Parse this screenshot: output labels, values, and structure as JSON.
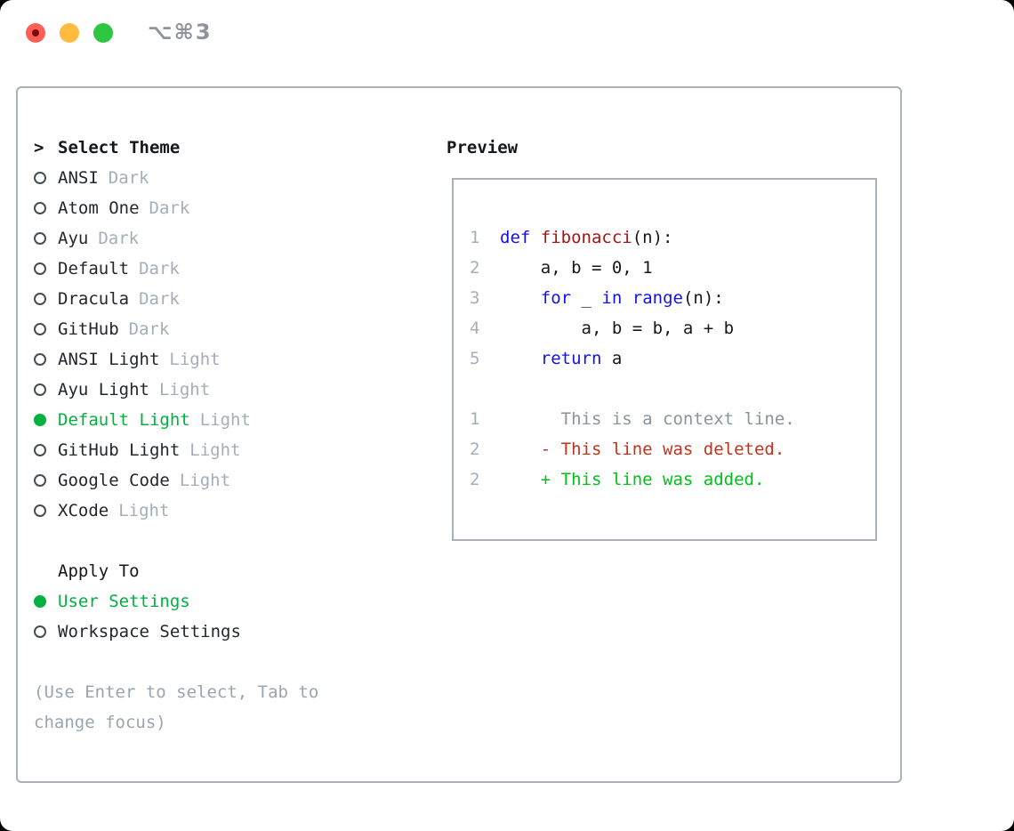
{
  "window": {
    "title": "⌥⌘3"
  },
  "colors": {
    "ui_selected_green": "#00b140",
    "variant_gray": "#a4aeb9",
    "hint_gray": "#9aa5b0",
    "border_gray": "#a9b0ba",
    "keyword_blue": "#1212ee",
    "function_red": "#a31515",
    "deleted_red": "#c5321c",
    "added_green": "#00c117",
    "traffic_red": "#ff5f57",
    "traffic_yellow": "#febb40",
    "traffic_green": "#2ec840"
  },
  "theme_panel": {
    "select_header": {
      "marker": ">",
      "label": "Select Theme"
    },
    "themes": [
      {
        "name": "ANSI",
        "variant": "Dark",
        "selected": false
      },
      {
        "name": "Atom One",
        "variant": "Dark",
        "selected": false
      },
      {
        "name": "Ayu",
        "variant": "Dark",
        "selected": false
      },
      {
        "name": "Default",
        "variant": "Dark",
        "selected": false
      },
      {
        "name": "Dracula",
        "variant": "Dark",
        "selected": false
      },
      {
        "name": "GitHub",
        "variant": "Dark",
        "selected": false
      },
      {
        "name": "ANSI Light",
        "variant": "Light",
        "selected": false
      },
      {
        "name": "Ayu Light",
        "variant": "Light",
        "selected": false
      },
      {
        "name": "Default Light",
        "variant": "Light",
        "selected": true
      },
      {
        "name": "GitHub Light",
        "variant": "Light",
        "selected": false
      },
      {
        "name": "Google Code",
        "variant": "Light",
        "selected": false
      },
      {
        "name": "XCode",
        "variant": "Light",
        "selected": false
      }
    ],
    "apply_header": "Apply To",
    "apply_options": [
      {
        "label": "User Settings",
        "selected": true
      },
      {
        "label": "Workspace Settings",
        "selected": false
      }
    ],
    "hint": "(Use Enter to select, Tab to change focus)"
  },
  "preview": {
    "title": "Preview",
    "code_lines": [
      {
        "num": "1",
        "tokens": [
          {
            "t": "def",
            "c": "kw"
          },
          {
            "t": " ",
            "c": "plain"
          },
          {
            "t": "fibonacci",
            "c": "fn"
          },
          {
            "t": "(n):",
            "c": "plain"
          }
        ]
      },
      {
        "num": "2",
        "tokens": [
          {
            "t": "    a, b = 0, 1",
            "c": "plain"
          }
        ]
      },
      {
        "num": "3",
        "tokens": [
          {
            "t": "    ",
            "c": "plain"
          },
          {
            "t": "for",
            "c": "kw"
          },
          {
            "t": " _ ",
            "c": "plain"
          },
          {
            "t": "in",
            "c": "kw"
          },
          {
            "t": " ",
            "c": "plain"
          },
          {
            "t": "range",
            "c": "kw"
          },
          {
            "t": "(n):",
            "c": "plain"
          }
        ]
      },
      {
        "num": "4",
        "tokens": [
          {
            "t": "        a, b = b, a + b",
            "c": "plain"
          }
        ]
      },
      {
        "num": "5",
        "tokens": [
          {
            "t": "    ",
            "c": "plain"
          },
          {
            "t": "return",
            "c": "kw"
          },
          {
            "t": " a",
            "c": "plain"
          }
        ]
      }
    ],
    "diff_lines": [
      {
        "num": "1",
        "tokens": [
          {
            "t": "      This is a context line.",
            "c": "ctx"
          }
        ]
      },
      {
        "num": "2",
        "tokens": [
          {
            "t": "    - This line was deleted.",
            "c": "del"
          }
        ]
      },
      {
        "num": "2",
        "tokens": [
          {
            "t": "    + This line was added.",
            "c": "add"
          }
        ]
      }
    ]
  }
}
